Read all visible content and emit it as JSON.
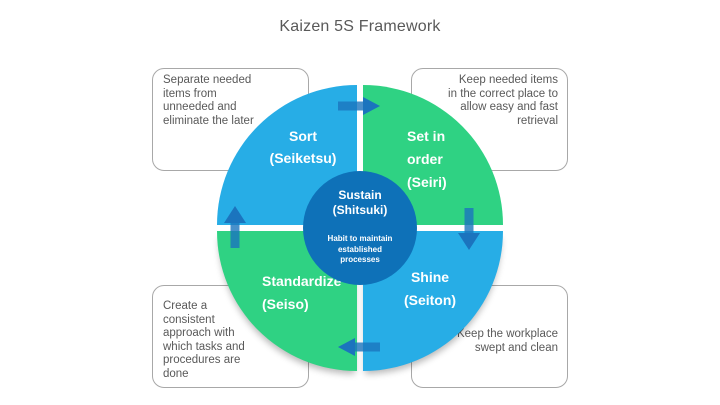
{
  "title": "Kaizen 5S Framework",
  "colors": {
    "blue": "#27ADE6",
    "green": "#2FD283",
    "center": "#0E71B8",
    "arrow": "#1B74BE",
    "text": "#595959",
    "border": "#a8a8a8"
  },
  "quadrants": [
    {
      "label": "Sort",
      "sub": "(Seiketsu)",
      "color": "#27ADE6"
    },
    {
      "label": "Set in order",
      "sub": "(Seiri)",
      "color": "#2FD283"
    },
    {
      "label": "Standardize",
      "sub": "(Seiso)",
      "color": "#2FD283"
    },
    {
      "label": "Shine",
      "sub": "(Seiton)",
      "color": "#27ADE6"
    }
  ],
  "center": {
    "label": "Sustain",
    "sub": "(Shitsuki)",
    "description": "Habit to maintain established processes"
  },
  "notes": {
    "sort": "Separate needed items from unneeded and eliminate the later",
    "set_in_order": "Keep needed items in the correct place to allow easy and fast retrieval",
    "standardize": "Create a consistent approach with which tasks and procedures are done",
    "shine": "Keep the workplace swept and clean"
  },
  "icons": [
    "arrow-right-icon",
    "arrow-down-icon",
    "arrow-left-icon",
    "arrow-up-icon"
  ]
}
